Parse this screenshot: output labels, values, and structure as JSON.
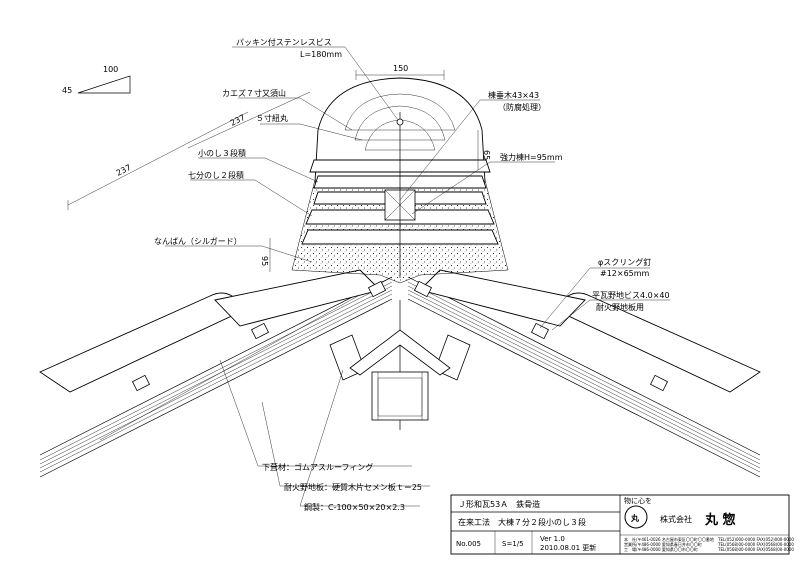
{
  "callouts": {
    "packing_screw": "パッキン付ステンレスビス",
    "screw_length": "L=180mm",
    "kaezu": "カエズ７寸又須山",
    "gosun": "５寸紐丸",
    "konoshi": "小のし３段積",
    "shichibu": "七分のし２段積",
    "nanban": "なんばん（シルガード）",
    "munadaregi": "棟垂木43×43",
    "bofu": "（防腐処理）",
    "kyoryoku": "強力棟H=95mm",
    "ring_nail": "φスクリング釘",
    "ring_nail_size": "#12×65mm",
    "hiragawara": "平瓦野地ビス4.0×40",
    "taika_nojiita": "耐火野地板用",
    "shitabuki": "下葺材：ゴムアスルーフィング",
    "taika_nojiban": "耐火野地板：硬質木片セメン板ｔ＝25",
    "kosei": "鋼製：C-100×50×20×2.3"
  },
  "dimensions": {
    "slope_run": "100",
    "slope_rise": "45",
    "width_150": "150",
    "d237_a": "237",
    "d237_b": "237",
    "d65": "65",
    "d95": "95"
  },
  "title_block": {
    "product": "Ｊ形和瓦53Ａ　鉄骨造",
    "method": "在来工法　大棟７分２段小のし３段",
    "number": "No.005",
    "scale": "S=1/5",
    "version": "Ver 1.0",
    "date": "2010.08.01 更新",
    "motto": "物に心を",
    "seal_char": "丸",
    "company_label": "株式会社",
    "company_name": "丸 惣",
    "addr1": "本　社/〒461-0026 名古屋市東区〇〇町〇〇番地",
    "addr2": "営業所/〒486-0000 愛知県春日井市〇〇町",
    "addr3": "工　場/〒486-0000 愛知県〇〇市〇〇町",
    "tel1": "TEL(052)000-0000 FAX(052)000-0000",
    "tel2": "TEL(0568)00-0000 FAX(0568)00-0000",
    "tel3": "TEL(0568)00-0000 FAX(0568)00-0000"
  }
}
